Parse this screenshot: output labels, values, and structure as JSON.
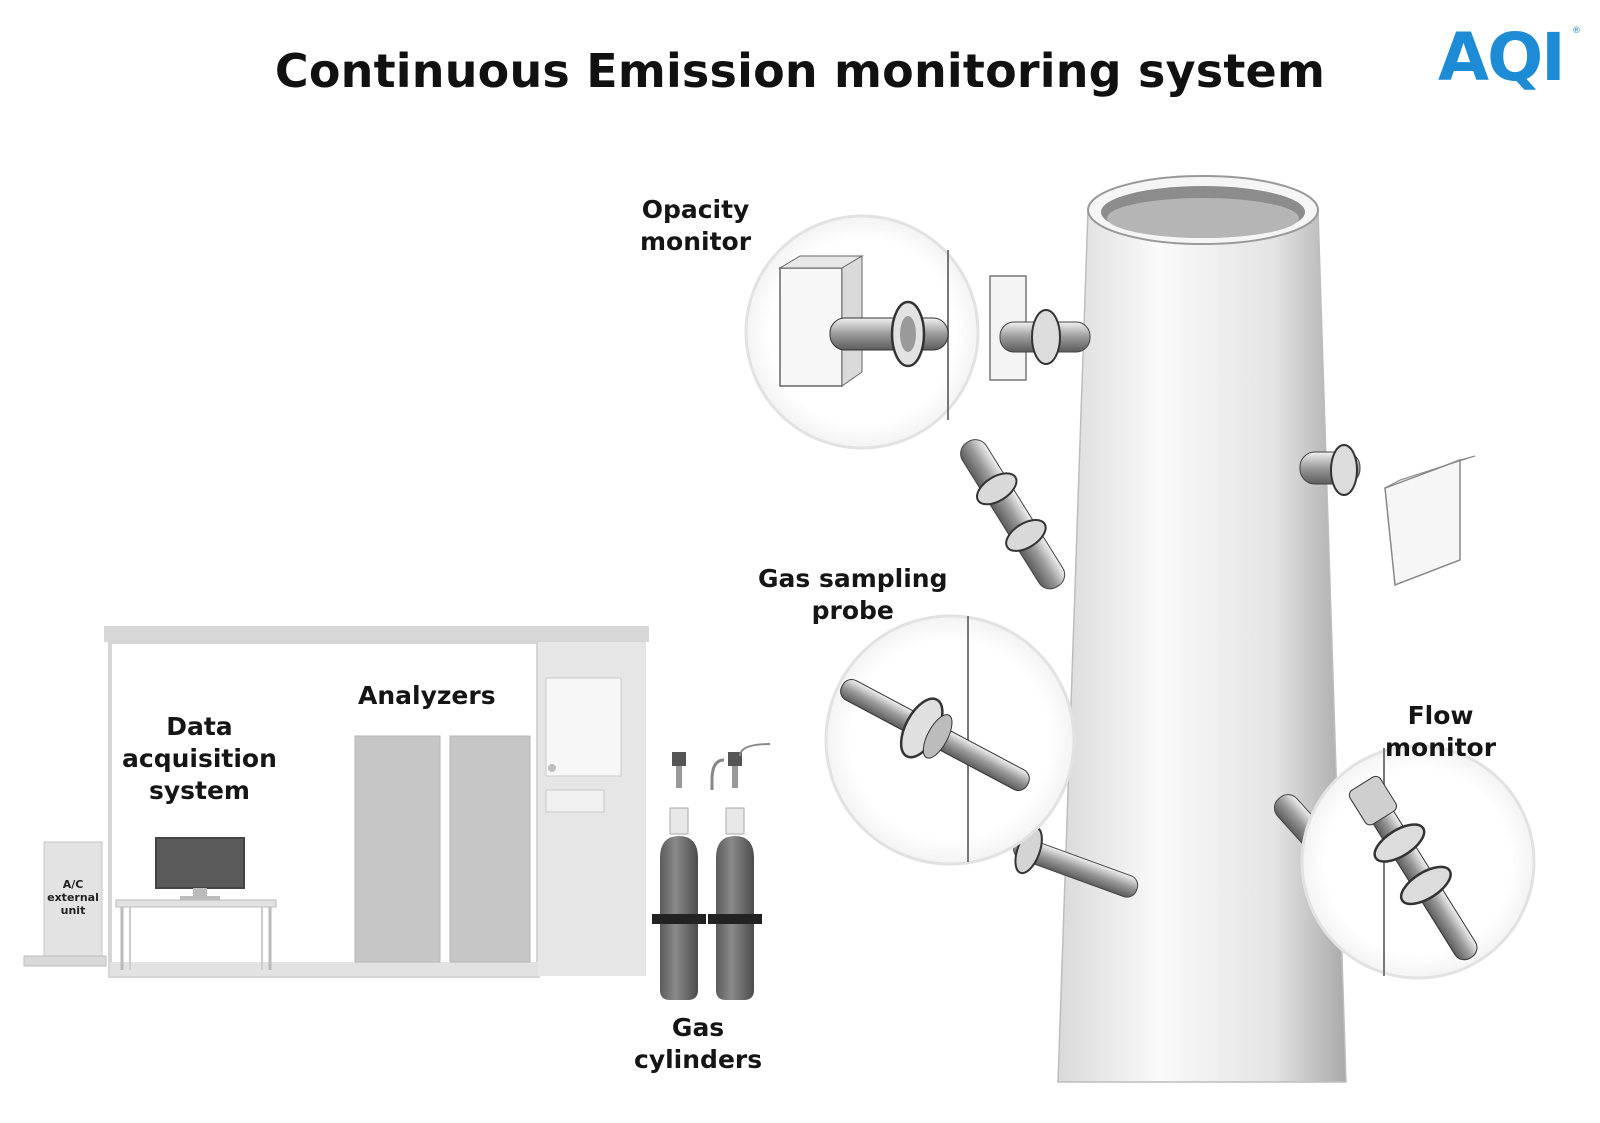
{
  "title": "Continuous Emission monitoring system",
  "logo": {
    "text": "AQI",
    "registered": "®"
  },
  "labels": {
    "opacity_monitor": [
      "Opacity",
      "monitor"
    ],
    "gas_sampling_probe": [
      "Gas sampling",
      "probe"
    ],
    "flow_monitor": [
      "Flow",
      "monitor"
    ],
    "analyzers": [
      "Analyzers"
    ],
    "data_acquisition_system": [
      "Data",
      "acquisition",
      "system"
    ],
    "gas_cylinders": [
      "Gas",
      "cylinders"
    ],
    "ac_external_unit": [
      "A/C",
      "external",
      "unit"
    ]
  },
  "colors": {
    "logo": "#1e8bd6",
    "logo_accent": [
      "#e2232b",
      "#f7c31d",
      "#37b34a",
      "#7b3f98"
    ],
    "building": "#e6e6e6",
    "stack": "#eeeeee",
    "cylinder": "#6f6f6f"
  }
}
